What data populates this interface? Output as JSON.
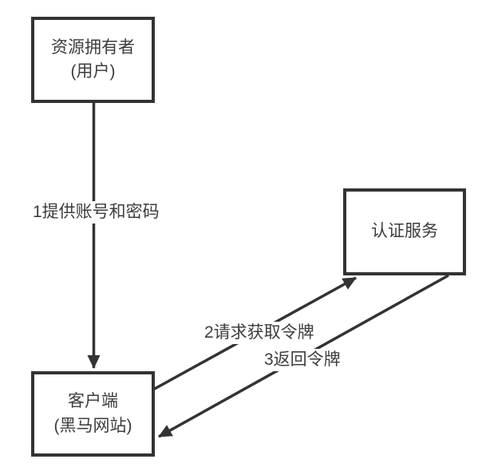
{
  "diagram": {
    "nodes": {
      "resource_owner": {
        "line1": "资源拥有者",
        "line2": "(用户)"
      },
      "auth_service": {
        "label": "认证服务"
      },
      "client": {
        "line1": "客户端",
        "line2": "(黑马网站)"
      }
    },
    "edges": {
      "e1": {
        "label": "1提供账号和密码"
      },
      "e2": {
        "label": "2请求获取令牌"
      },
      "e3": {
        "label": "3返回令牌"
      }
    },
    "colors": {
      "line": "#333333",
      "text": "#3d3d3d",
      "background": "#ffffff"
    }
  }
}
